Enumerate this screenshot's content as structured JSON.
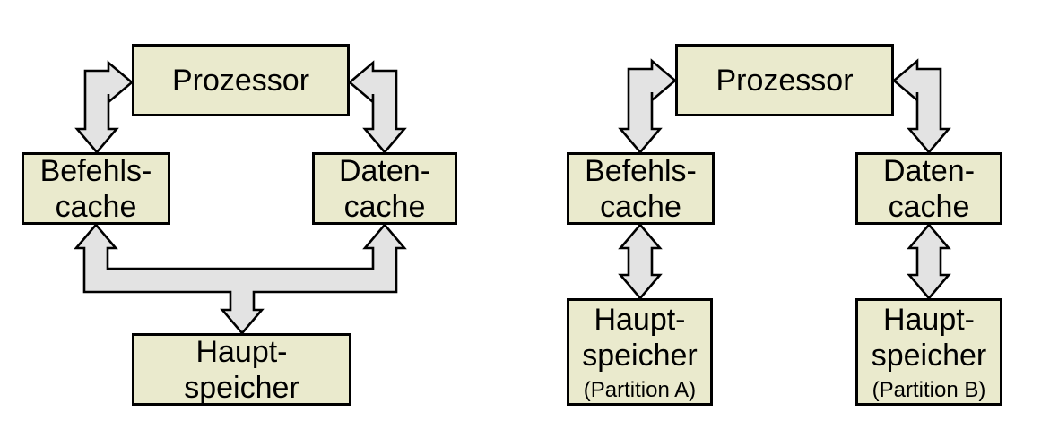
{
  "diagrams": [
    {
      "name": "shared-main-memory-architecture",
      "boxes": {
        "prozessor": {
          "label": "Prozessor"
        },
        "befehlscache": {
          "label": "Befehls-\ncache"
        },
        "datencache": {
          "label": "Daten-\ncache"
        },
        "hauptspeicher": {
          "label": "Haupt-\nspeicher"
        }
      }
    },
    {
      "name": "partitioned-main-memory-architecture",
      "boxes": {
        "prozessor": {
          "label": "Prozessor"
        },
        "befehlscache": {
          "label": "Befehls-\ncache"
        },
        "datencache": {
          "label": "Daten-\ncache"
        },
        "hauptspeicher_a": {
          "label": "Haupt-\nspeicher",
          "sublabel": "(Partition A)"
        },
        "hauptspeicher_b": {
          "label": "Haupt-\nspeicher",
          "sublabel": "(Partition B)"
        }
      }
    }
  ],
  "colors": {
    "box_fill": "#eaeacd",
    "box_border": "#000000",
    "arrow_fill": "#e3e3e3",
    "arrow_border": "#000000",
    "background": "#ffffff",
    "text": "#000000"
  }
}
